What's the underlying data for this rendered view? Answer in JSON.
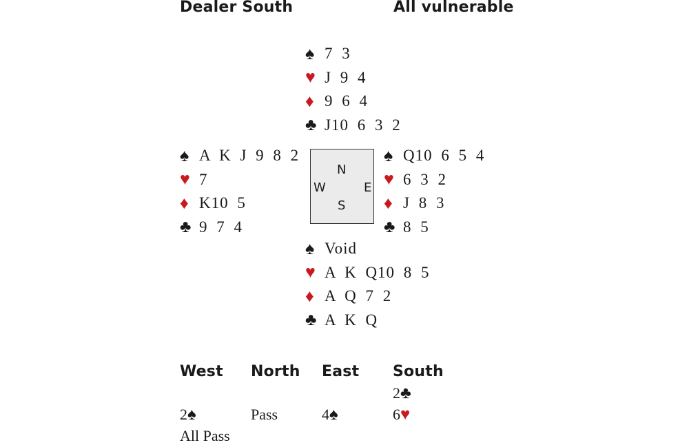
{
  "header": {
    "dealer": "Dealer South",
    "vulnerability": "All vulnerable"
  },
  "colors": {
    "red": "#c8191e",
    "black": "#1a1a1a"
  },
  "hands": {
    "north": {
      "spades": "7 3",
      "hearts": "J 9 4",
      "diamonds": "9 6 4",
      "clubs": "J10 6 3 2"
    },
    "west": {
      "spades": "A K J 9 8 2",
      "hearts": "7",
      "diamonds": "K10 5",
      "clubs": "9 7 4"
    },
    "east": {
      "spades": "Q10 6 5 4",
      "hearts": "6 3 2",
      "diamonds": "J 8 3",
      "clubs": "8 5"
    },
    "south": {
      "spades": "Void",
      "hearts": "A K Q10 8 5",
      "diamonds": "A Q 7 2",
      "clubs": "A K Q"
    }
  },
  "compass": {
    "n": "N",
    "e": "E",
    "s": "S",
    "w": "W"
  },
  "auction": {
    "headers": [
      "West",
      "North",
      "East",
      "South"
    ],
    "calls": [
      {
        "col": 3,
        "row": 0,
        "text": "2",
        "suit": "clubs"
      },
      {
        "col": 0,
        "row": 1,
        "text": "2",
        "suit": "spades"
      },
      {
        "col": 1,
        "row": 1,
        "text": "Pass",
        "suit": ""
      },
      {
        "col": 2,
        "row": 1,
        "text": "4",
        "suit": "spades"
      },
      {
        "col": 3,
        "row": 1,
        "text": "6",
        "suit": "hearts"
      },
      {
        "col": 0,
        "row": 2,
        "text": "All Pass",
        "suit": ""
      }
    ]
  }
}
